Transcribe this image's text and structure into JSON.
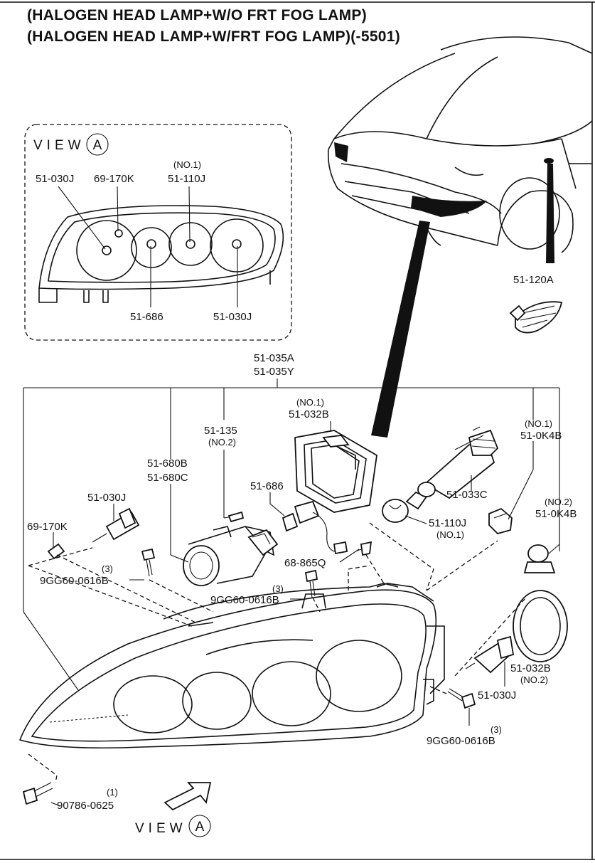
{
  "titles": {
    "line1": "(HALOGEN HEAD LAMP+W/O FRT FOG LAMP)",
    "line2": "(HALOGEN HEAD LAMP+W/FRT FOG LAMP)(-5501)"
  },
  "view_a": {
    "word": "VIEW",
    "letter": "A",
    "labels": {
      "p1": "51-030J",
      "p2": "69-170K",
      "p3_note": "(NO.1)",
      "p3": "51-110J",
      "p4": "51-686",
      "p5": "51-030J"
    }
  },
  "car": {
    "side_marker": "51-120A"
  },
  "assembly": {
    "top1": "51-035A",
    "top2": "51-035Y"
  },
  "callouts": {
    "c_51_680B": "51-680B",
    "c_51_680C": "51-680C",
    "c_51_135": "51-135",
    "c_51_135_note": "(NO.2)",
    "c_51_032B_note": "(NO.1)",
    "c_51_032B": "51-032B",
    "c_51_0K4B_1_note": "(NO.1)",
    "c_51_0K4B_1": "51-0K4B",
    "c_51_0K4B_2_note": "(NO.2)",
    "c_51_0K4B_2": "51-0K4B",
    "c_51_686": "51-686",
    "c_51_030J_top": "51-030J",
    "c_69_170K": "69-170K",
    "c_qty_a": "(3)",
    "c_9GG_a": "9GG60-0616B",
    "c_qty_b": "(3)",
    "c_9GG_b": "9GG60-0616B",
    "c_68_865Q": "68-865Q",
    "c_51_033C": "51-033C",
    "c_51_110J": "51-110J",
    "c_51_110J_note": "(NO.1)",
    "c_51_032B_2": "51-032B",
    "c_51_032B_2_note": "(NO.2)",
    "c_51_030J_bot": "51-030J",
    "c_qty_c": "(3)",
    "c_9GG_c": "9GG60-0616B",
    "c_qty_d": "(1)",
    "c_90786": "90786-0625"
  },
  "bottom_view": {
    "word": "VIEW",
    "letter": "A"
  }
}
